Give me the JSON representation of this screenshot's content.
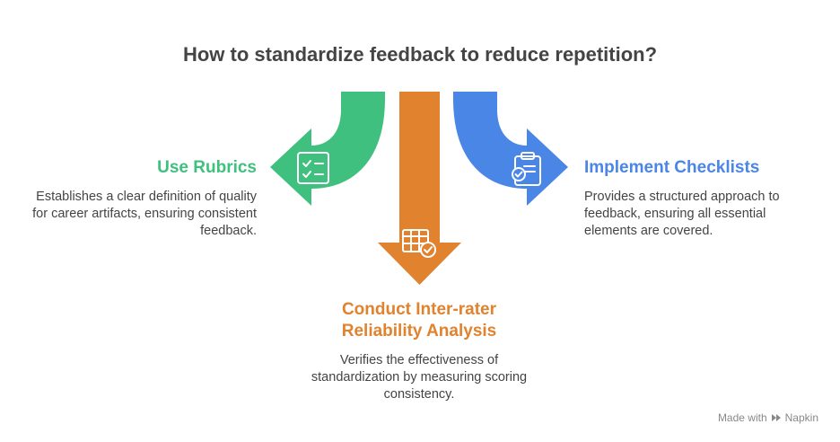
{
  "title": "How to standardize feedback to reduce repetition?",
  "colors": {
    "green": "#3fc07f",
    "orange": "#e0822e",
    "blue": "#4a86e6",
    "text": "#444444"
  },
  "items": [
    {
      "heading": "Use Rubrics",
      "description": "Establishes a clear definition of quality for career artifacts, ensuring consistent feedback.",
      "icon": "checklist-icon",
      "color": "green"
    },
    {
      "heading": "Conduct Inter-rater Reliability Analysis",
      "description": "Verifies the effectiveness of standardization by measuring scoring consistency.",
      "icon": "table-check-icon",
      "color": "orange"
    },
    {
      "heading": "Implement Checklists",
      "description": "Provides a structured approach to feedback, ensuring all essential elements are covered.",
      "icon": "clipboard-check-icon",
      "color": "blue"
    }
  ],
  "footer": {
    "prefix": "Made with",
    "brand": "Napkin"
  }
}
